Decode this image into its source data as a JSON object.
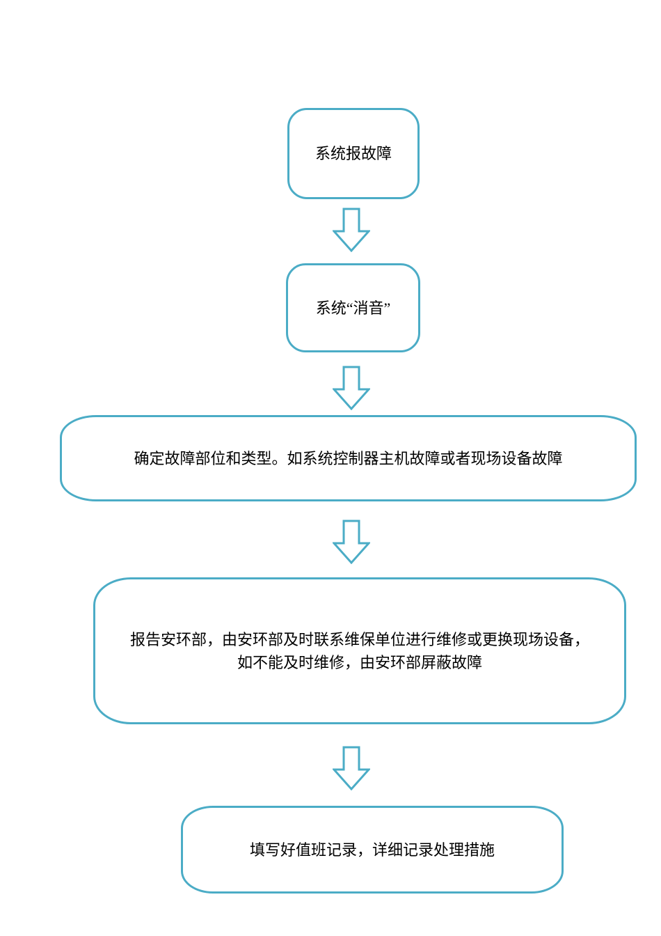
{
  "flowchart": {
    "accent_color": "#4BACC6",
    "text_color": "#000000",
    "connector_icon": "down-block-arrow",
    "nodes": [
      {
        "id": "system-fault-alarm",
        "label": "系统报故障"
      },
      {
        "id": "system-mute",
        "label": "系统“消音”"
      },
      {
        "id": "determine-fault-location",
        "label": "确定故障部位和类型。如系统控制器主机故障或者现场设备故障"
      },
      {
        "id": "report-safety-dept",
        "label": "报告安环部，由安环部及时联系维保单位进行维修或更换现场设备，\n如不能及时维修，由安环部屏蔽故障"
      },
      {
        "id": "fill-duty-record",
        "label": "填写好值班记录，详细记录处理措施"
      }
    ]
  }
}
